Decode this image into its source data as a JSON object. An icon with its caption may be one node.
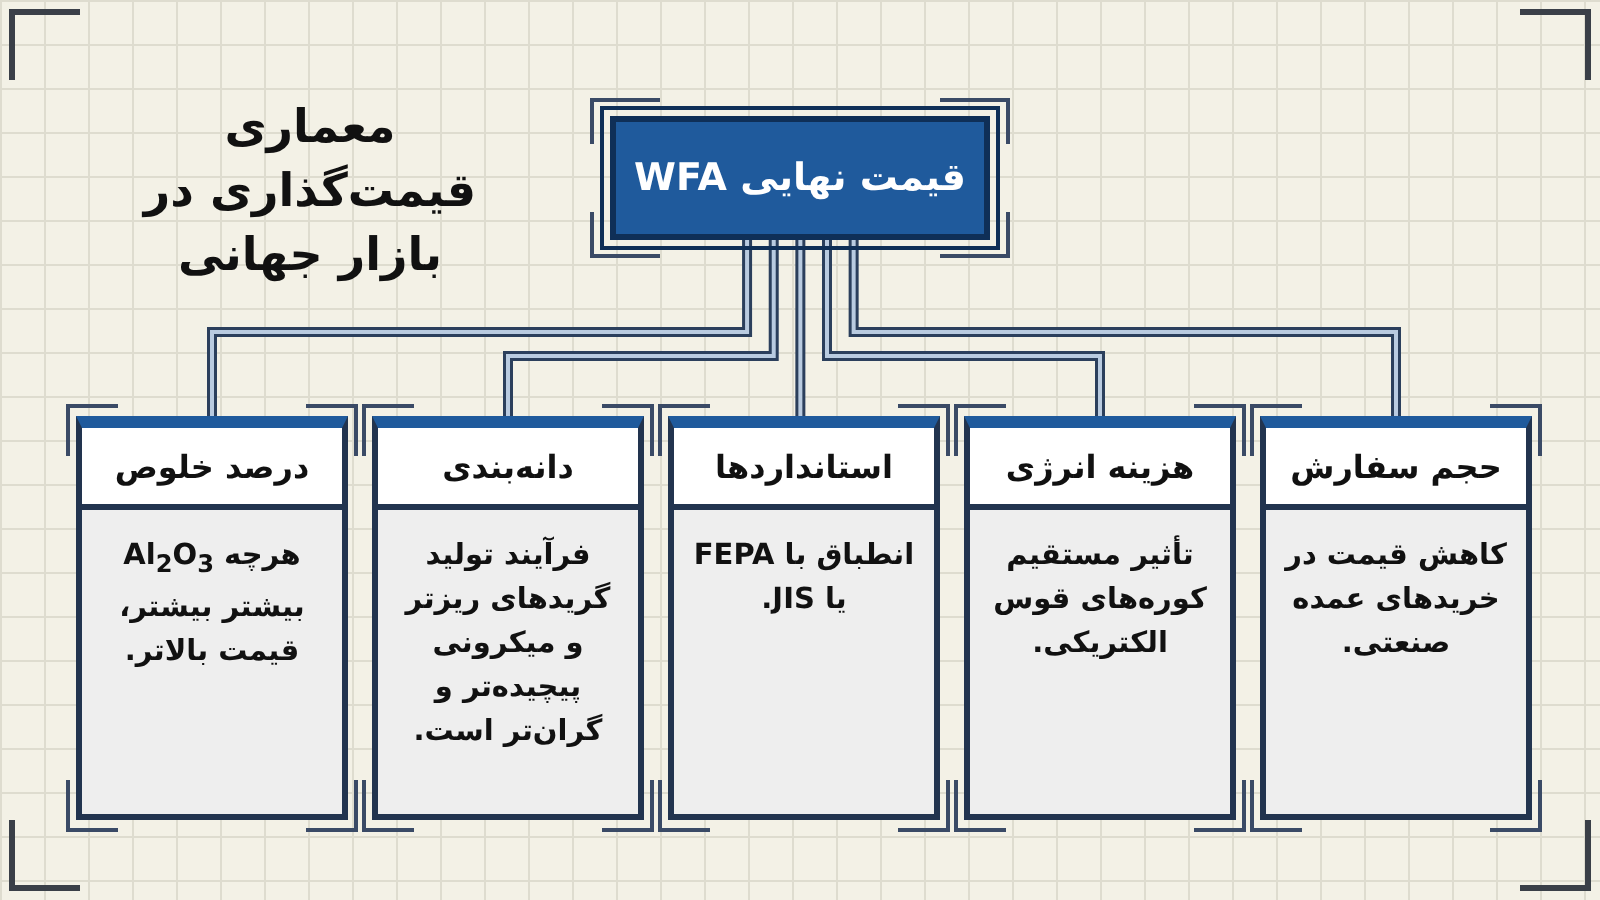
{
  "diagram": {
    "title": "معماری قیمت‌گذاری در بازار جهانی",
    "nodes": [
      {
        "text": [
          "قیمت نهایی WFA"
        ]
      },
      {
        "text": [
          "حجم سفارش",
          "کاهش قیمت در خریدهای عمده صنعتی."
        ]
      },
      {
        "text": [
          "هزینه انرژی",
          "تأثیر مستقیم کوره‌های قوس الکتریکی."
        ]
      },
      {
        "text": [
          "استانداردها",
          "انطباق با FEPA یا JIS."
        ]
      },
      {
        "text": [
          "دانه‌بندی",
          "فرآیند تولید گریدهای ریزتر و میکرونی پیچیده‌تر و گران‌تر است."
        ]
      },
      {
        "text": [
          "درصد خلوص",
          "هرچه Al$_{2}$O$_{3}$ بیشتر بیشتر، قیمت بالاتر."
        ]
      }
    ],
    "edges": [
      {
        "from": 0,
        "to": 1,
        "arrow": "none"
      },
      {
        "from": 0,
        "to": 2,
        "arrow": "none"
      },
      {
        "from": 0,
        "to": 3,
        "arrow": "none"
      },
      {
        "from": 0,
        "to": 4,
        "arrow": "none"
      },
      {
        "from": 0,
        "to": 5,
        "arrow": "none"
      }
    ]
  }
}
